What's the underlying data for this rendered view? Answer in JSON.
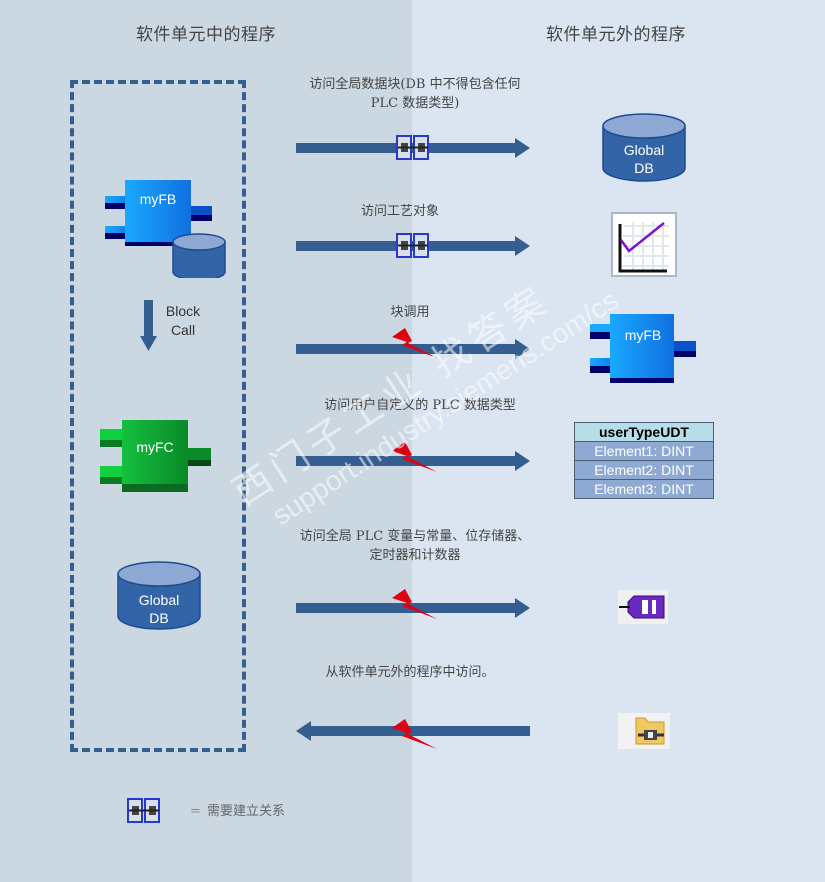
{
  "headers": {
    "left": "软件单元中的程序",
    "right": "软件单元外的程序"
  },
  "left_column": {
    "fb_block": "myFB",
    "block_call": [
      "Block",
      "Call"
    ],
    "fc_block": "myFC",
    "global_db": [
      "Global",
      "DB"
    ]
  },
  "rows": [
    {
      "label_lines": [
        "访问全局数据块(DB 中不得包含任何",
        "PLC 数据类型)"
      ],
      "direction": "right",
      "marker": "relation-icon",
      "target": "global-db",
      "target_text": [
        "Global",
        "DB"
      ]
    },
    {
      "label_lines": [
        "访问工艺对象"
      ],
      "direction": "right",
      "marker": "relation-icon",
      "target": "technology-object-icon"
    },
    {
      "label_lines": [
        "块调用"
      ],
      "direction": "right",
      "marker": "lightning-icon",
      "target": "fb-block",
      "target_text": [
        "myFB"
      ]
    },
    {
      "label_lines": [
        "访问用户自定义的 PLC 数据类型"
      ],
      "direction": "right",
      "marker": "lightning-icon",
      "target": "udt-table"
    },
    {
      "label_lines": [
        "访问全局 PLC 变量与常量、位存储器、",
        "定时器和计数器"
      ],
      "direction": "right",
      "marker": "lightning-icon",
      "target": "plc-tag-icon"
    },
    {
      "label_lines": [
        "从软件单元外的程序中访问。"
      ],
      "direction": "left",
      "marker": "lightning-icon",
      "target": "folder-interface-icon"
    }
  ],
  "udt": {
    "name": "userTypeUDT",
    "elements": [
      "Element1: DINT",
      "Element2: DINT",
      "Element3: DINT"
    ]
  },
  "legend": {
    "symbol": "=",
    "text": "需要建立关系"
  },
  "watermark": {
    "line1": "西门子工业 找答案",
    "line2": "support.industry.siemens.com/cs"
  },
  "colors": {
    "left_bg": "#cbd8e2",
    "right_bg": "#dae5f1",
    "arrow": "#355e90",
    "lightning": "#e00010",
    "fb_blue": "#1a8ff0",
    "fc_green": "#10b030",
    "db_blue": "#3364a8"
  }
}
